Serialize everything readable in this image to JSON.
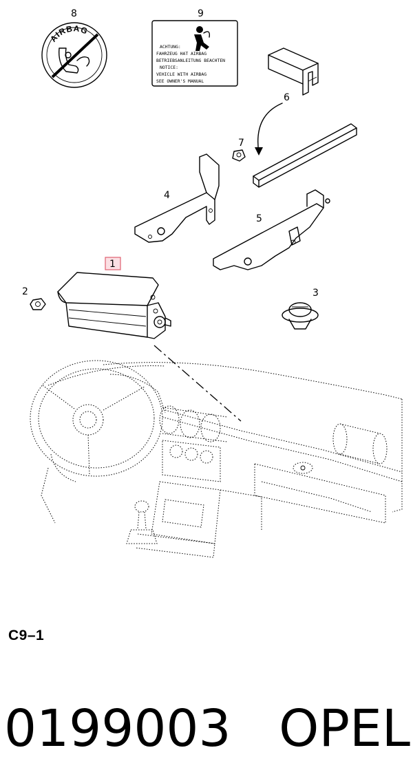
{
  "diagram": {
    "callouts": [
      {
        "id": "callout-8",
        "text": "8"
      },
      {
        "id": "callout-9",
        "text": "9"
      },
      {
        "id": "callout-6",
        "text": "6"
      },
      {
        "id": "callout-7",
        "text": "7"
      },
      {
        "id": "callout-4",
        "text": "4"
      },
      {
        "id": "callout-5",
        "text": "5"
      },
      {
        "id": "callout-1",
        "text": "1"
      },
      {
        "id": "callout-2",
        "text": "2"
      },
      {
        "id": "callout-3",
        "text": "3"
      }
    ],
    "airbag_badge_text": "AIRBAG",
    "warning_label_lines": [
      "ACHTUNG:",
      "FAHRZEUG HAT AIRBAG",
      "BETRIEBSANLEITUNG BEACHTEN",
      "NOTICE:",
      "VEHICLE WITH AIRBAG",
      "SEE OWNER'S MANUAL"
    ],
    "highlight_color": "#e06070"
  },
  "section_code": "C9–1",
  "footer": {
    "part_number": "0199003",
    "brand": "OPEL"
  }
}
